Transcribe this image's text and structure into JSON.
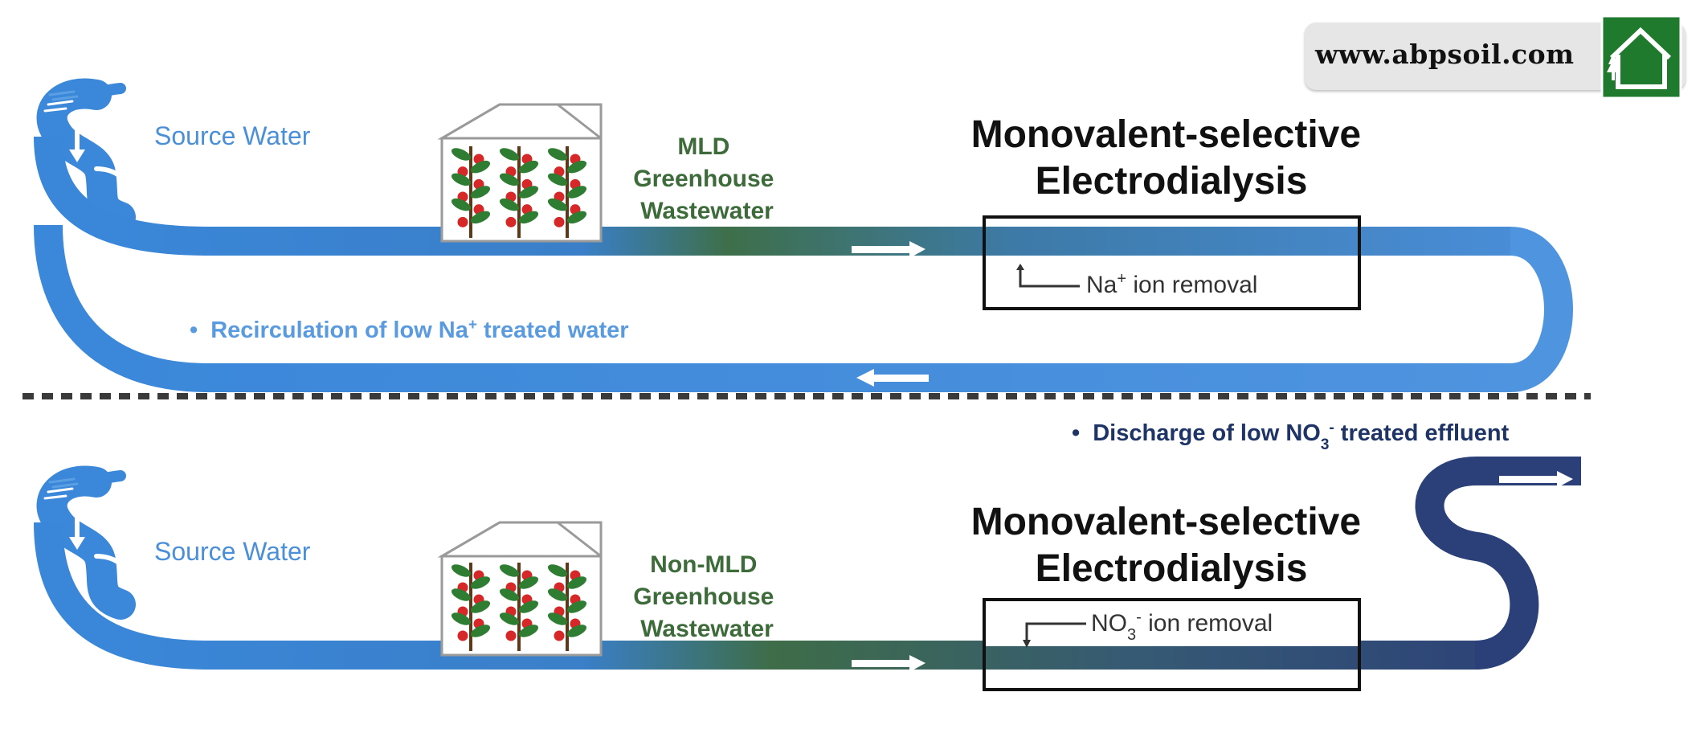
{
  "watermark": {
    "url": "www.abpsoil.com"
  },
  "top_panel": {
    "source_label": "Source Water",
    "wastewater_lines": [
      "MLD",
      "Greenhouse",
      "Wastewater"
    ],
    "med_title_lines": [
      "Monovalent-selective",
      "Electrodialysis"
    ],
    "ion_removal": {
      "prefix": "Na",
      "sup": "+",
      "suffix": " ion removal"
    },
    "note": {
      "bullet": "•",
      "text": "Recirculation of low Na",
      "sup": "+",
      "tail": " treated water"
    }
  },
  "bottom_panel": {
    "source_label": "Source Water",
    "wastewater_lines": [
      "Non-MLD",
      "Greenhouse",
      "Wastewater"
    ],
    "med_title_lines": [
      "Monovalent-selective",
      "Electrodialysis"
    ],
    "ion_removal": {
      "prefix": "NO",
      "sub": "3",
      "sup": "-",
      "suffix": " ion removal"
    },
    "note": {
      "bullet": "•",
      "text": "Discharge of low NO",
      "sub": "3",
      "sup": "-",
      "tail": " treated effluent"
    }
  },
  "colors": {
    "water_blue": "#3c87d8",
    "water_light": "#5b9fe3",
    "wastewater_green": "#3e6f45",
    "effluent_navy": "#2b3f78",
    "plant_green": "#2e7d32",
    "tomato_red": "#d62828",
    "logo_green": "#1f7a2e"
  },
  "icons": [
    "greenhouse-icon",
    "tomato-plant-icon",
    "flow-arrow-icon",
    "wave-lines-icon",
    "house-tree-logo-icon"
  ]
}
